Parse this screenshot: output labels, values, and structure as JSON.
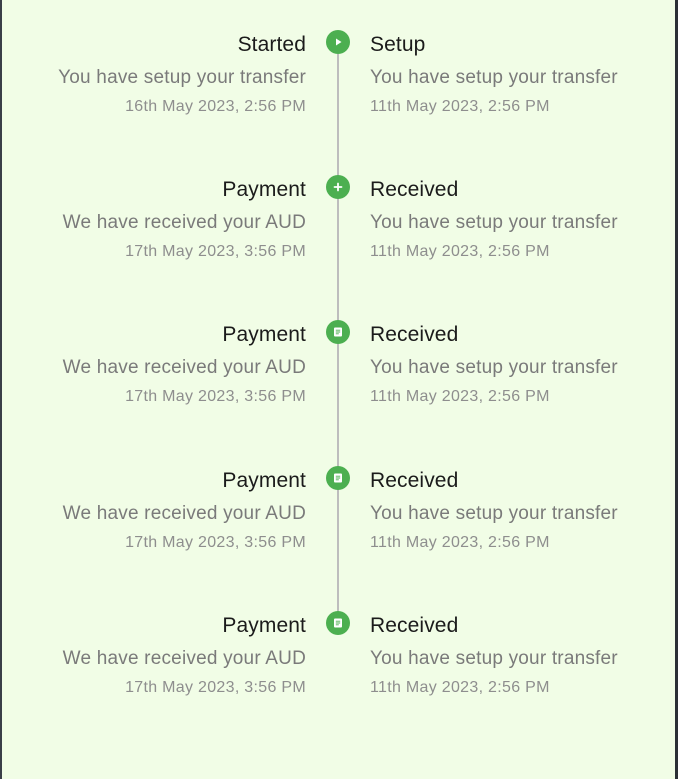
{
  "timeline": {
    "entries": [
      {
        "left": {
          "title": "Started",
          "description": "You have setup your transfer",
          "date": "16th May 2023, 2:56 PM"
        },
        "right": {
          "title": "Setup",
          "description": "You have setup your transfer",
          "date": "11th May 2023, 2:56 PM"
        },
        "icon": "play-icon"
      },
      {
        "left": {
          "title": "Payment",
          "description": "We have received your AUD",
          "date": "17th May 2023, 3:56 PM"
        },
        "right": {
          "title": "Received",
          "description": "You have setup your transfer",
          "date": "11th May 2023, 2:56 PM"
        },
        "icon": "plus-icon"
      },
      {
        "left": {
          "title": "Payment",
          "description": "We have received your AUD",
          "date": "17th May 2023, 3:56 PM"
        },
        "right": {
          "title": "Received",
          "description": "You have setup your transfer",
          "date": "11th May 2023, 2:56 PM"
        },
        "icon": "document-icon"
      },
      {
        "left": {
          "title": "Payment",
          "description": "We have received your AUD",
          "date": "17th May 2023, 3:56 PM"
        },
        "right": {
          "title": "Received",
          "description": "You have setup your transfer",
          "date": "11th May 2023, 2:56 PM"
        },
        "icon": "document-icon"
      },
      {
        "left": {
          "title": "Payment",
          "description": "We have received your AUD",
          "date": "17th May 2023, 3:56 PM"
        },
        "right": {
          "title": "Received",
          "description": "You have setup your transfer",
          "date": "11th May 2023, 2:56 PM"
        },
        "icon": "document-icon"
      }
    ]
  },
  "colors": {
    "background": "#f1fde6",
    "accent": "#4caf50",
    "connector": "#bdbdbd",
    "title": "#1b1b1b",
    "description": "#7a7a7a",
    "date": "#8e8e8e"
  }
}
